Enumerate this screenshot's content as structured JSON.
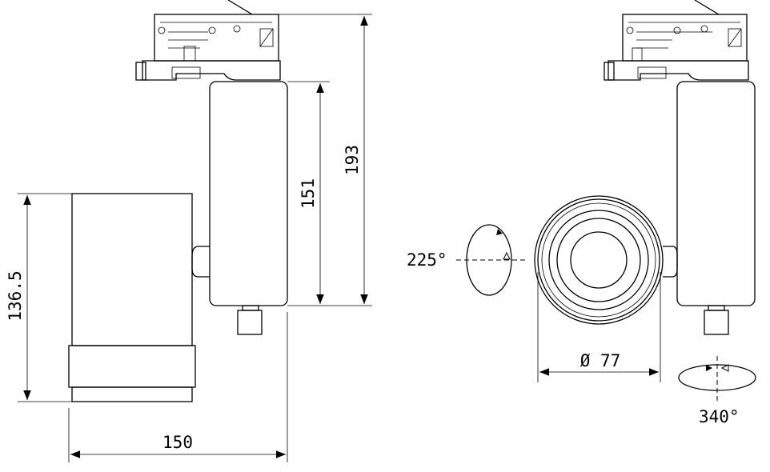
{
  "dimensions": {
    "overall_height": "193",
    "body_height": "151",
    "head_height": "136.5",
    "width": "150",
    "diameter": "Ø 77"
  },
  "rotations": {
    "tilt": "225°",
    "pan": "340°"
  }
}
